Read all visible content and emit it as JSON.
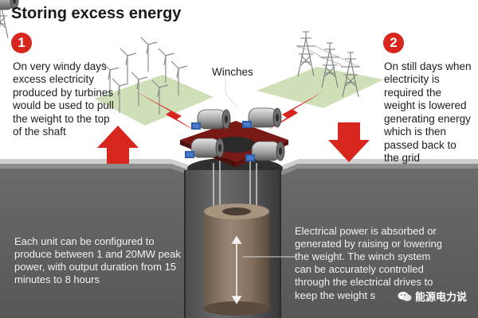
{
  "title": "Storing excess energy",
  "step1": {
    "number": "1",
    "text": "On very windy days excess electricity produced by turbines would be used to pull the weight to the top of the shaft"
  },
  "step2": {
    "number": "2",
    "text": "On still days when electricity is required the weight is lowered generating energy which is then passed back to the grid"
  },
  "winches_label": "Winches",
  "note_left": "Each unit can be configured to produce between 1 and 20MW peak power, with output duration from 15 minutes to 8 hours",
  "note_right": "Electrical power is absorbed or generated by raising or lowering the weight.  The winch system can be accurately controlled through the electrical drives to keep the weight s",
  "watermark": "能源电力说",
  "colors": {
    "accent_red": "#d7261e",
    "ground_green": "#cfe0b8",
    "shaft_brown": "#7a6a5b",
    "background_gray": "#5e5e5e"
  },
  "icons": [
    "wind-turbine-icon",
    "pylon-icon",
    "winch-icon",
    "lightning-icon",
    "arrow-up-icon",
    "arrow-down-icon",
    "wechat-icon"
  ]
}
